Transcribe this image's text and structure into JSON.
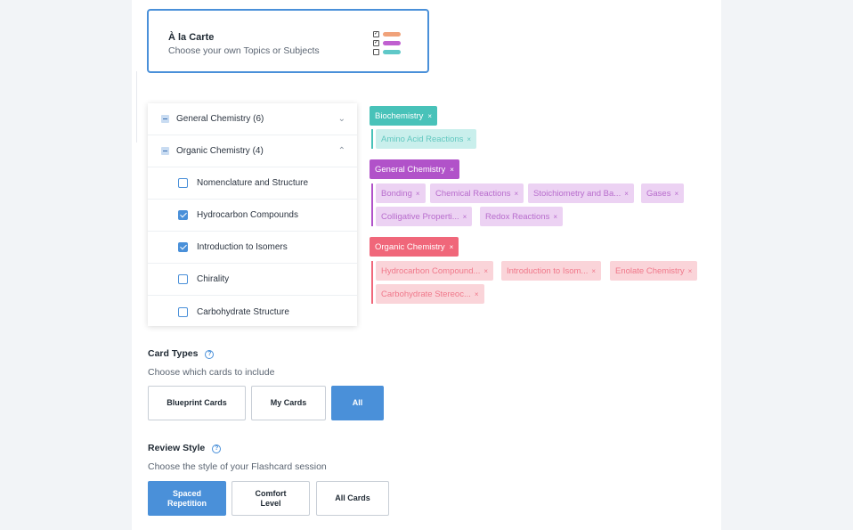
{
  "alacarte": {
    "title": "À la Carte",
    "subtitle": "Choose your own Topics or Subjects",
    "icon": "topic-selection-illustration",
    "icon_colors": [
      "#f0a27a",
      "#c060d0",
      "#5fc8c8"
    ]
  },
  "tree": {
    "groups": [
      {
        "label": "General Chemistry (6)",
        "expanded": false
      },
      {
        "label": "Organic Chemistry (4)",
        "expanded": true
      }
    ],
    "items": [
      {
        "label": "Nomenclature and Structure",
        "checked": false
      },
      {
        "label": "Hydrocarbon Compounds",
        "checked": true
      },
      {
        "label": "Introduction to Isomers",
        "checked": true
      },
      {
        "label": "Chirality",
        "checked": false
      },
      {
        "label": "Carbohydrate Structure",
        "checked": false
      }
    ]
  },
  "selected": {
    "remove_glyph": "×",
    "groups": [
      {
        "name": "Biochemistry",
        "color": "#48c2b9",
        "sub_bg": "#c9efec",
        "sub_fg": "#63c8c0",
        "items": [
          "Amino Acid Reactions"
        ]
      },
      {
        "name": "General Chemistry",
        "color": "#b152c9",
        "sub_bg": "#ecd2f3",
        "sub_fg": "#b86dcd",
        "items": [
          "Bonding",
          "Chemical Reactions",
          "Stoichiometry and Ba...",
          "Gases",
          "Colligative Properti...",
          "Redox Reactions"
        ]
      },
      {
        "name": "Organic Chemistry",
        "color": "#f0677a",
        "sub_bg": "#fad4d9",
        "sub_fg": "#f0788a",
        "items": [
          "Hydrocarbon Compound...",
          "Introduction to Isom...",
          "Enolate Chemistry",
          "Carbohydrate Stereoc..."
        ]
      }
    ]
  },
  "card_types": {
    "title": "Card Types",
    "subtitle": "Choose which cards to include",
    "options": [
      "Blueprint Cards",
      "My Cards",
      "All"
    ],
    "selected": "All"
  },
  "review_style": {
    "title": "Review Style",
    "subtitle": "Choose the style of your Flashcard session",
    "options": [
      "Spaced Repetition",
      "Comfort Level",
      "All Cards"
    ],
    "selected": "Spaced Repetition"
  },
  "colors": {
    "accent": "#4a90d9"
  }
}
